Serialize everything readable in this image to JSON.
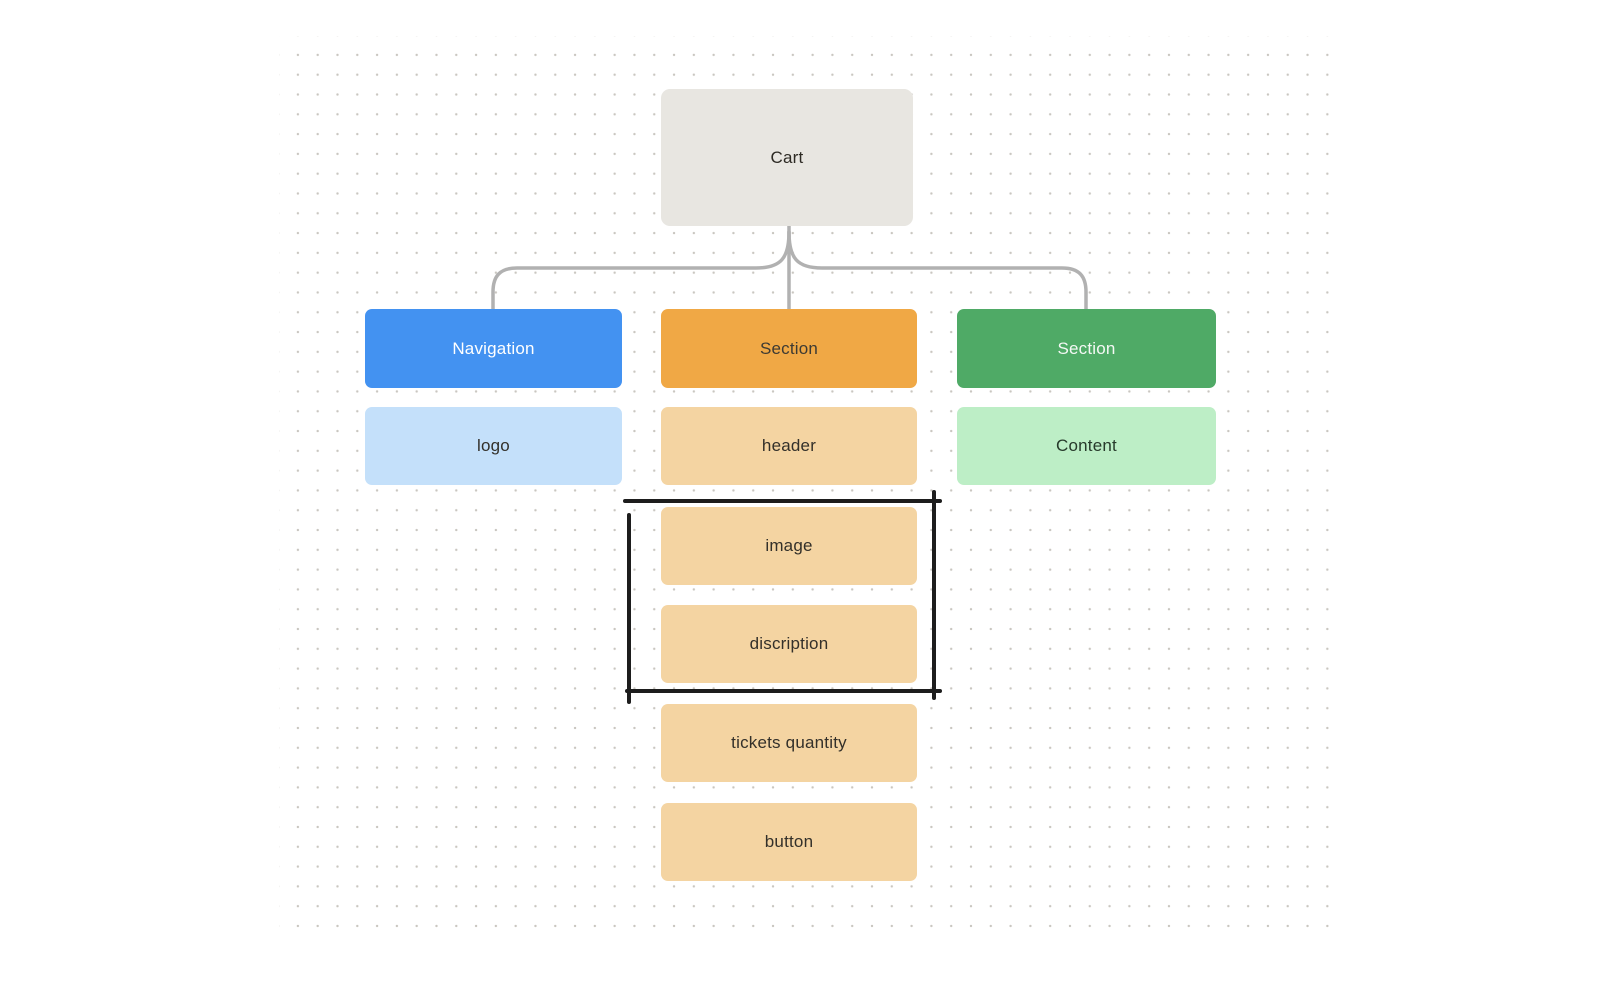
{
  "canvas": {
    "background": "#ffffff",
    "dot_color": "#c9c6c0"
  },
  "colors": {
    "connector": "#b1b1b1",
    "bracket": "#1d1d1d",
    "root_fill": "#e8e6e1",
    "blue_fill": "#4392f1",
    "blue_light_fill": "#c4e0fa",
    "orange_fill": "#f0a845",
    "orange_light_fill": "#f4d4a2",
    "green_fill": "#4faa66",
    "green_light_fill": "#bdeec6"
  },
  "nodes": {
    "cart": {
      "label": "Cart",
      "bg": "#e8e6e1",
      "text": "#2d2a24"
    },
    "navigation": {
      "label": "Navigation",
      "bg": "#4392f1",
      "text": "#ffffff"
    },
    "section_mid": {
      "label": "Section",
      "bg": "#f0a845",
      "text": "#3d3a33"
    },
    "section_right": {
      "label": "Section",
      "bg": "#4faa66",
      "text": "#f4f8f4"
    },
    "logo": {
      "label": "logo",
      "bg": "#c4e0fa",
      "text": "#33302a"
    },
    "header": {
      "label": "header",
      "bg": "#f4d4a2",
      "text": "#33302a"
    },
    "content": {
      "label": "Content",
      "bg": "#bdeec6",
      "text": "#273a2b"
    },
    "image": {
      "label": "image",
      "bg": "#f4d4a2",
      "text": "#33302a"
    },
    "discription": {
      "label": "discription",
      "bg": "#f4d4a2",
      "text": "#33302a"
    },
    "tickets_quantity": {
      "label": "tickets quantity",
      "bg": "#f4d4a2",
      "text": "#33302a"
    },
    "button": {
      "label": "button",
      "bg": "#f4d4a2",
      "text": "#33302a"
    }
  }
}
